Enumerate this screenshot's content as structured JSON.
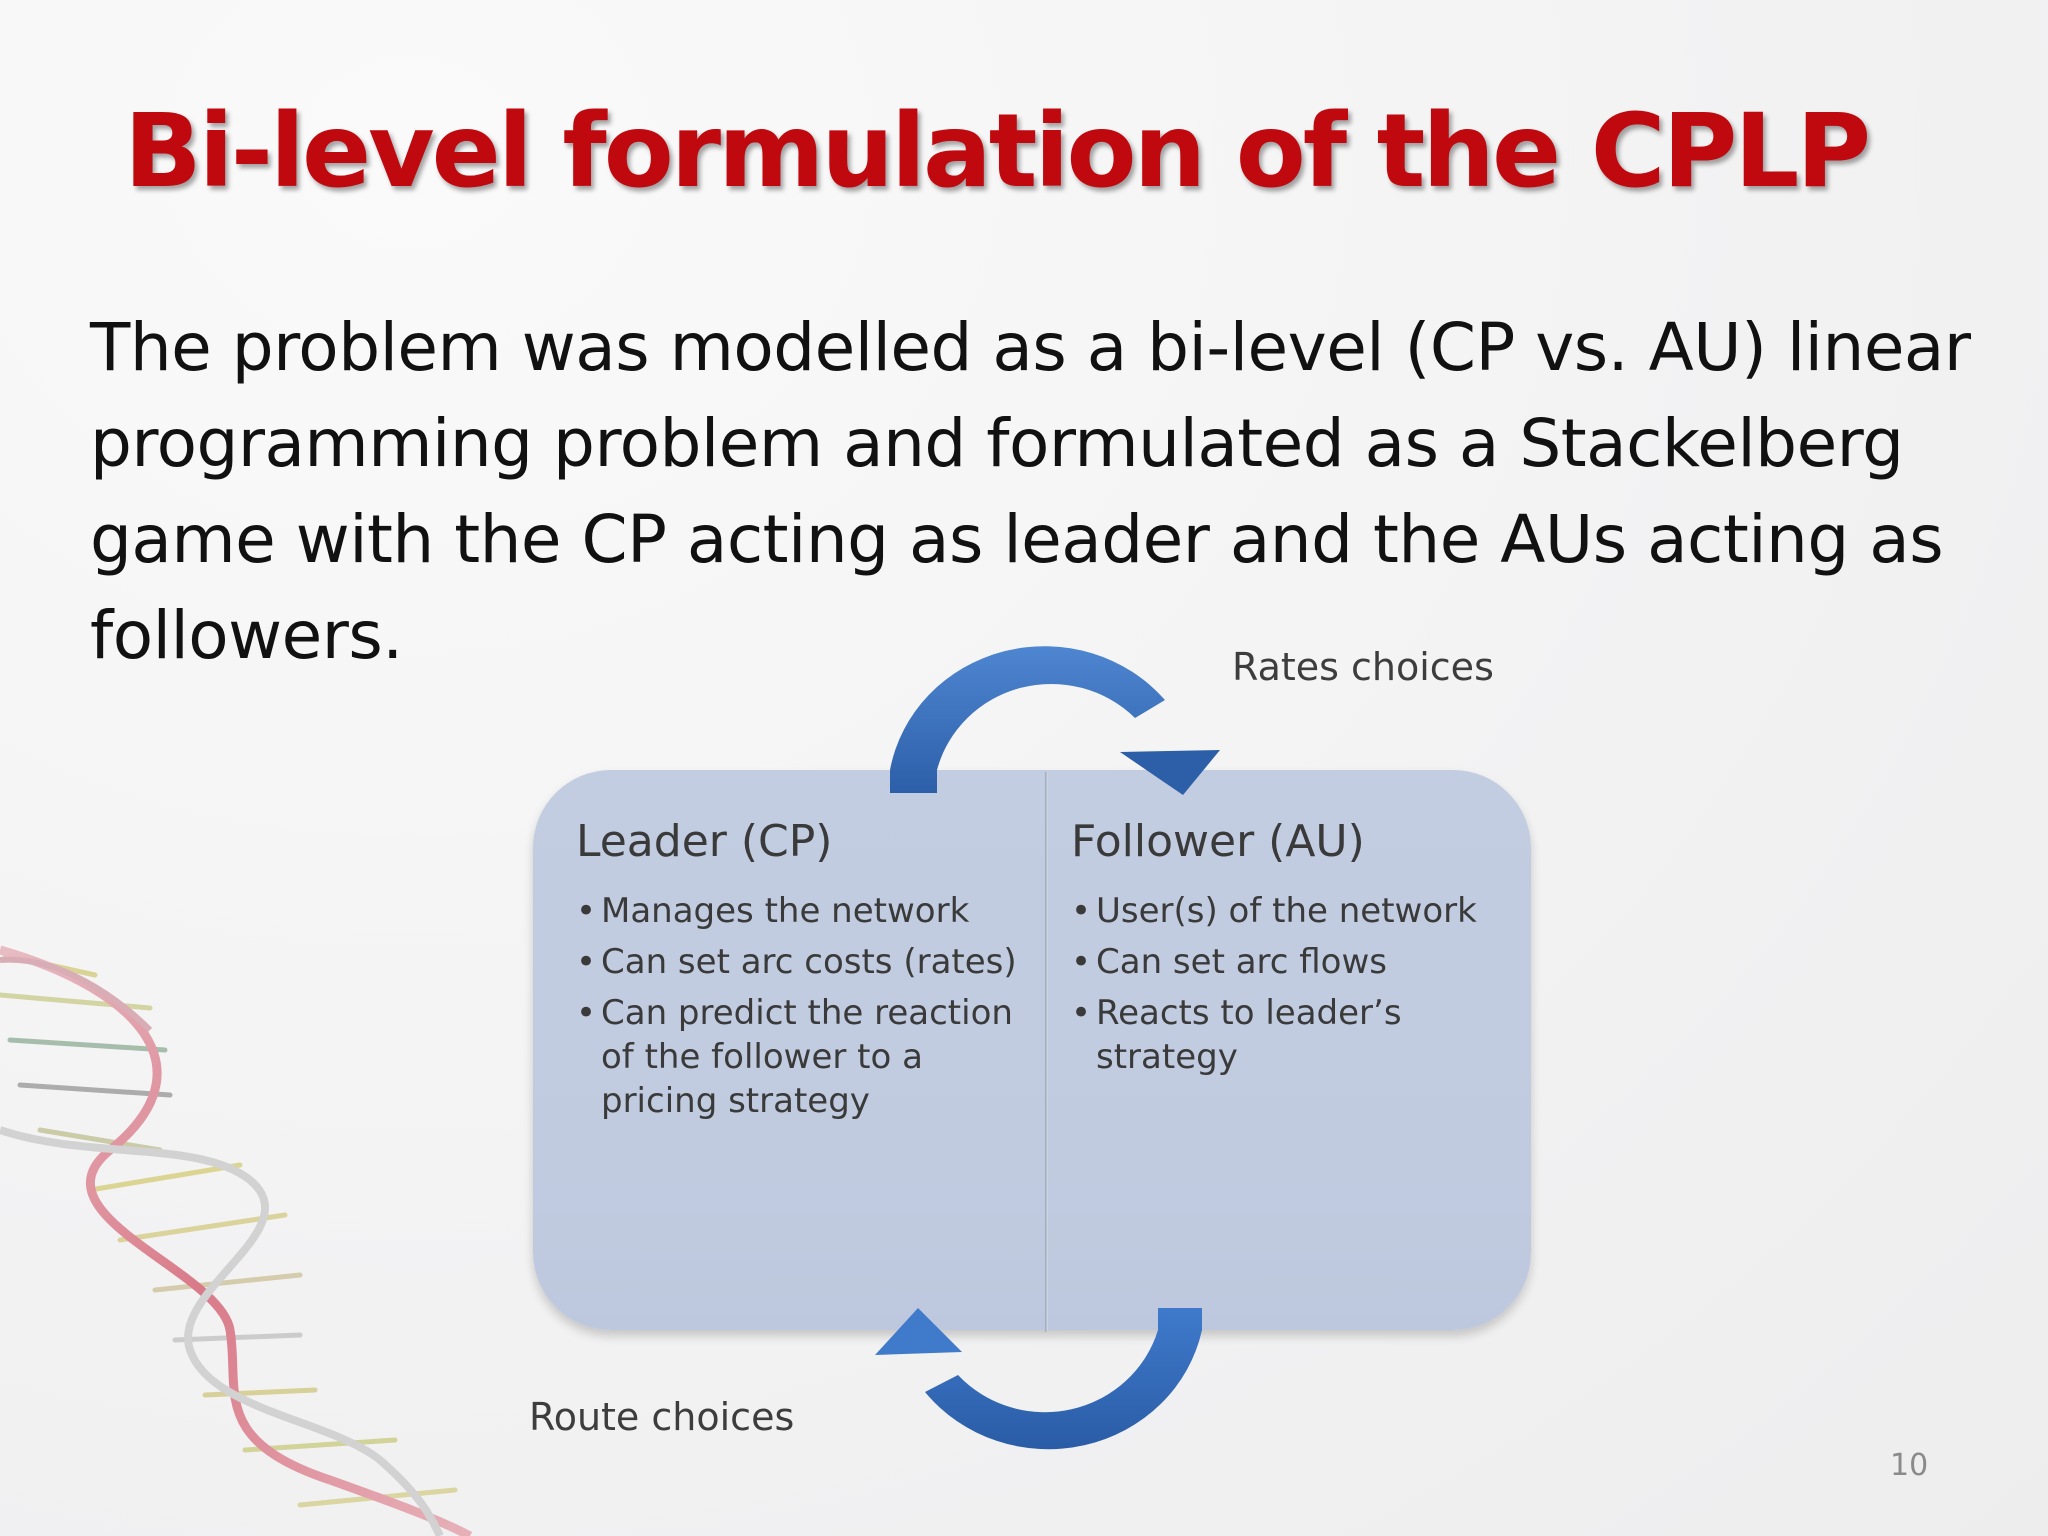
{
  "slide": {
    "title": "Bi-level formulation of the CPLP",
    "body_lines": [
      "The problem was modelled as a bi-level (CP vs. AU) linear",
      "programming problem and formulated as a Stackelberg",
      "game with the CP acting as leader and the AUs acting as",
      "followers."
    ],
    "page_number": "10"
  },
  "diagram": {
    "top_arrow_label": "Rates choices",
    "bottom_arrow_label": "Route choices",
    "leader": {
      "title": "Leader (CP)",
      "items": [
        "Manages the network",
        "Can set arc costs (rates)",
        "Can predict the reaction of the follower to a pricing strategy"
      ]
    },
    "follower": {
      "title": "Follower (AU)",
      "items": [
        "User(s) of the network",
        "Can set arc flows",
        "Reacts to leader’s strategy"
      ]
    },
    "bullet_char": "•"
  },
  "colors": {
    "title": "#c0090f",
    "arrow": "#3a74c4",
    "panel": "#c2cce0"
  },
  "icons": {
    "decoration": "dna-helix-icon"
  }
}
